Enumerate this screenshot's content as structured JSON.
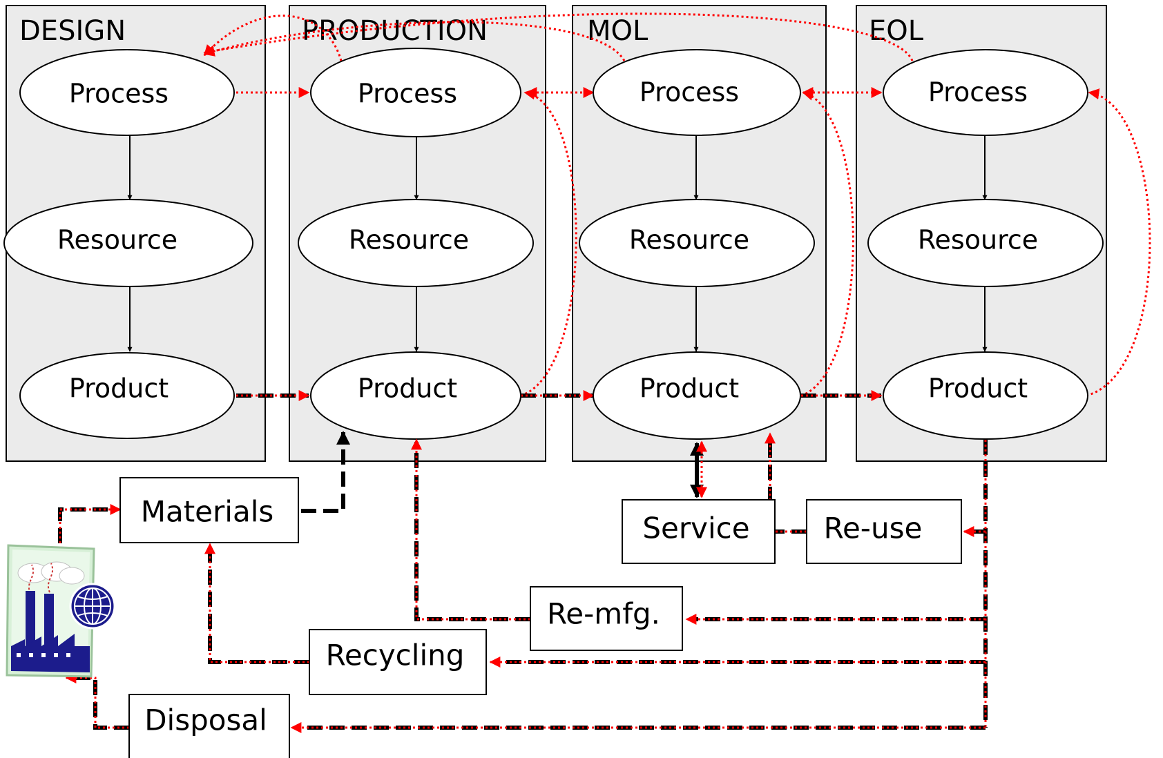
{
  "phases": [
    {
      "label": "DESIGN"
    },
    {
      "label": "PRODUCTION"
    },
    {
      "label": "MOL"
    },
    {
      "label": "EOL"
    }
  ],
  "node_labels": {
    "process": "Process",
    "resource": "Resource",
    "product": "Product"
  },
  "boxes": {
    "materials": "Materials",
    "service": "Service",
    "reuse": "Re-use",
    "remfg": "Re-mfg.",
    "recycling": "Recycling",
    "disposal": "Disposal"
  },
  "colors": {
    "phase_fill": "#ebebeb",
    "info_flow": "#ff0000",
    "material_flow": "#000000",
    "factory_blue": "#1c1c8c"
  },
  "icons": [
    "factory-globe-icon"
  ]
}
